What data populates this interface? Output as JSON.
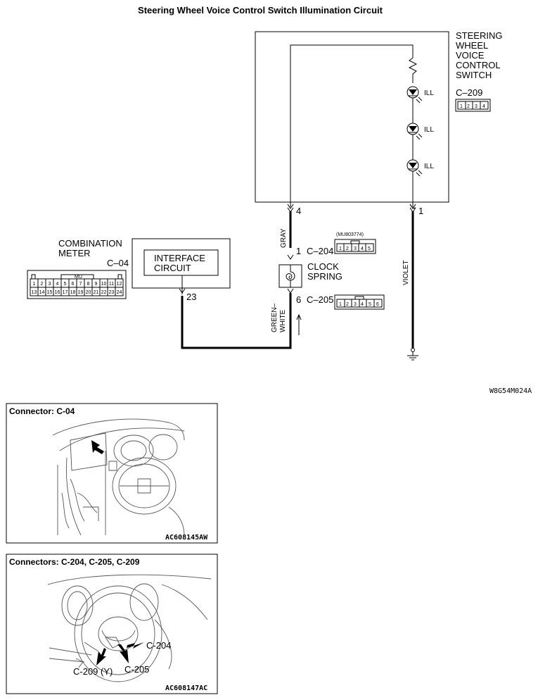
{
  "title": "Steering Wheel Voice Control Switch Illumination Circuit",
  "switch": {
    "name_lines": [
      "STEERING",
      "WHEEL",
      "VOICE",
      "CONTROL",
      "SWITCH"
    ],
    "connector": "C–209",
    "connector_pins": [
      "1",
      "2",
      "3",
      "4"
    ],
    "led_labels": [
      "ILL",
      "ILL",
      "ILL"
    ],
    "terminal_left": "4",
    "terminal_right": "1"
  },
  "wires": {
    "gray": "GRAY",
    "violet": "VIOLET",
    "green_white_top": "GREEN–",
    "green_white_bottom": "WHITE"
  },
  "clock_spring": {
    "name_lines": [
      "CLOCK",
      "SPRING"
    ],
    "upper_pin": "1",
    "upper_connector": "C–204",
    "upper_part_no": "(MU803774)",
    "upper_pins": [
      "1",
      "2",
      "3",
      "4",
      "5"
    ],
    "lower_pin": "6",
    "lower_connector": "C–205",
    "lower_pins": [
      "1",
      "2",
      "3",
      "4",
      "5",
      "6"
    ]
  },
  "meter": {
    "name_lines": [
      "COMBINATION",
      "METER"
    ],
    "connector": "C–04",
    "connector_code": "MU",
    "pins_top": [
      "1",
      "2",
      "3",
      "4",
      "5",
      "6",
      "7",
      "8",
      "9",
      "10",
      "11",
      "12"
    ],
    "pins_bottom": [
      "13",
      "14",
      "15",
      "16",
      "17",
      "18",
      "19",
      "20",
      "21",
      "22",
      "23",
      "24"
    ],
    "interface_lines": [
      "INTERFACE",
      "CIRCUIT"
    ],
    "terminal": "23"
  },
  "diagram_code": "W8G54M024A",
  "panel1": {
    "title": "Connector: C-04",
    "code": "AC608145AW"
  },
  "panel2": {
    "title": "Connectors: C-204, C-205, C-209",
    "code": "AC608147AC",
    "callouts": [
      "C-204",
      "C-205",
      "C-209 (Y)"
    ]
  }
}
